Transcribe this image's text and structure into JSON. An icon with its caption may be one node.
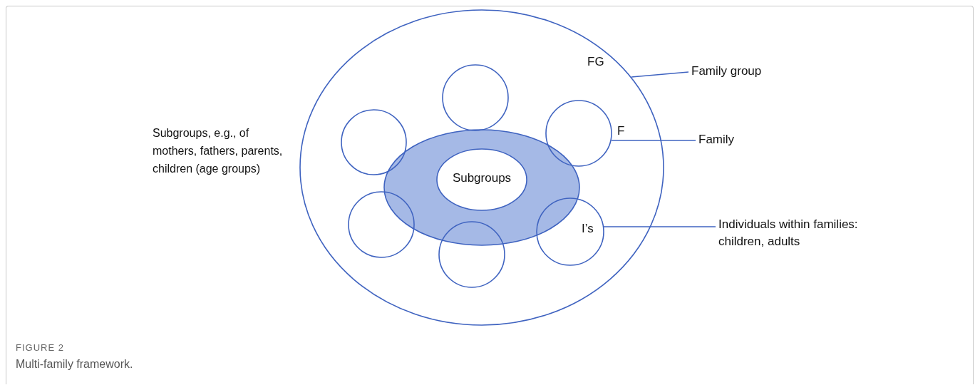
{
  "diagram": {
    "title": "FIGURE 2",
    "caption": "Multi-family framework.",
    "nodes": [
      {
        "text": [
          "FG"
        ]
      },
      {
        "text": [],
        "shape": "ellipse",
        "in": 0
      },
      {
        "text": [
          "Subgroups"
        ],
        "in": 1
      },
      {
        "text": [],
        "shape": "circle",
        "in": 0
      },
      {
        "text": [],
        "shape": "circle",
        "in": 0
      },
      {
        "text": [],
        "shape": "circle",
        "in": 0,
        "beside": [
          "F"
        ]
      },
      {
        "text": [],
        "shape": "circle",
        "in": 0
      },
      {
        "text": [
          "I’s"
        ],
        "in": 0
      },
      {
        "text": [],
        "shape": "circle",
        "in": 0
      },
      {
        "text": [
          "Family group"
        ]
      },
      {
        "text": [
          "Family"
        ]
      },
      {
        "text": [
          "Individuals within families: children, adults"
        ]
      }
    ],
    "edges": [
      {
        "from": 9,
        "to": 0,
        "arrow": "none"
      },
      {
        "from": 10,
        "to": 5,
        "arrow": "none"
      },
      {
        "from": 11,
        "to": 7,
        "arrow": "none"
      }
    ],
    "labels": [
      "Subgroups, e.g., of mothers, fathers, parents, children (age groups)"
    ]
  }
}
